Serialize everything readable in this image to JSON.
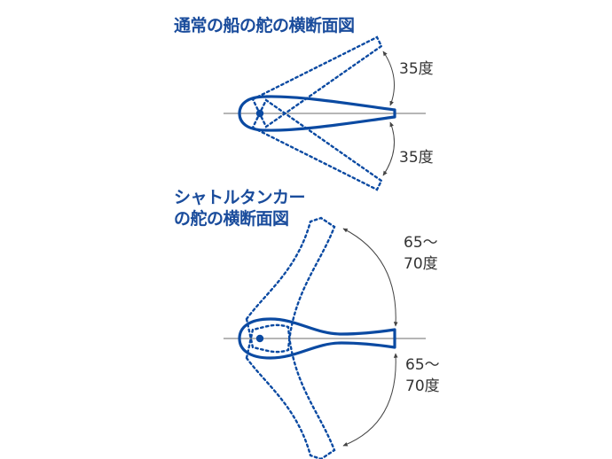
{
  "colors": {
    "rudder": "#0b4aa2",
    "axis": "#8a8a8a",
    "arrow": "#444444",
    "title": "#1a4c9c",
    "label": "#333333"
  },
  "normal_ship": {
    "title": "通常の船の舵の横断面図",
    "angle_upper": "35度",
    "angle_lower": "35度"
  },
  "shuttle_tanker": {
    "title_line1": "シャトルタンカー",
    "title_line2": "の舵の横断面図",
    "angle_upper_line1": "65〜",
    "angle_upper_line2": "70度",
    "angle_lower_line1": "65〜",
    "angle_lower_line2": "70度"
  }
}
